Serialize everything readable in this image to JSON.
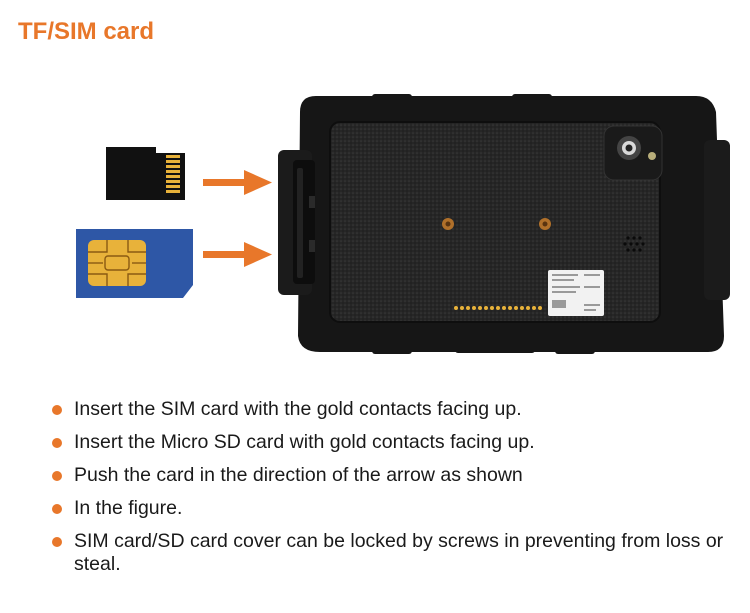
{
  "title": "TF/SIM card",
  "instructions": [
    "Insert the SIM card with the gold contacts facing up.",
    "Insert the Micro SD card with gold contacts facing up.",
    "Push the card in the direction of the arrow as shown",
    "In the figure.",
    "SIM card/SD card cover can be locked by screws in preventing from loss or steal."
  ],
  "colors": {
    "accent": "#e8772a",
    "device_body": "#161616",
    "sim_card": "#2e57a6",
    "gold_contacts": "#e8b23a"
  },
  "icons": [
    "micro-sd-card-icon",
    "sim-card-icon",
    "arrow-right-icon",
    "device-back-image"
  ]
}
